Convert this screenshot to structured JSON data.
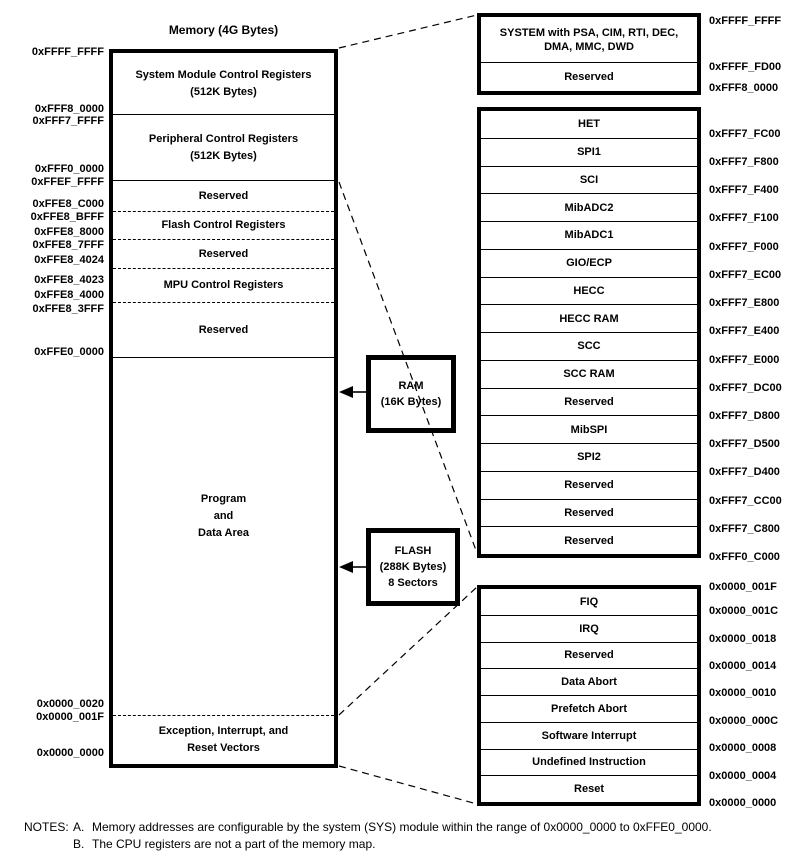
{
  "diagram_title": "Memory (4G Bytes)",
  "main_map": {
    "segments": [
      "System Module Control Registers\n(512K Bytes)",
      "Peripheral Control Registers\n(512K Bytes)",
      "Reserved",
      "Flash Control Registers",
      "Reserved",
      "MPU Control Registers",
      "Reserved",
      "Program\nand\nData Area",
      "Exception, Interrupt, and\nReset Vectors"
    ],
    "left_addresses": [
      "0xFFFF_FFFF",
      "0xFFF8_0000",
      "0xFFF7_FFFF",
      "0xFFF0_0000",
      "0xFFEF_FFFF",
      "0xFFE8_C000",
      "0xFFE8_BFFF",
      "0xFFE8_8000",
      "0xFFE8_7FFF",
      "0xFFE8_4024",
      "0xFFE8_4023",
      "0xFFE8_4000",
      "0xFFE8_3FFF",
      "0xFFE0_0000",
      "0x0000_0020",
      "0x0000_001F",
      "0x0000_0000"
    ]
  },
  "callouts": {
    "ram": "RAM\n(16K Bytes)",
    "flash": "FLASH\n(288K Bytes)\n8 Sectors"
  },
  "system_box": {
    "rows": [
      "SYSTEM with PSA, CIM, RTI, DEC,\nDMA, MMC, DWD",
      "Reserved"
    ],
    "addresses": [
      "0xFFFF_FFFF",
      "0xFFFF_FD00",
      "0xFFF8_0000"
    ]
  },
  "peripheral_box": {
    "rows": [
      "HET",
      "SPI1",
      "SCI",
      "MibADC2",
      "MibADC1",
      "GIO/ECP",
      "HECC",
      "HECC RAM",
      "SCC",
      "SCC RAM",
      "Reserved",
      "MibSPI",
      "SPI2",
      "Reserved",
      "Reserved",
      "Reserved"
    ],
    "addresses": [
      "0xFFF7_FC00",
      "0xFFF7_F800",
      "0xFFF7_F400",
      "0xFFF7_F100",
      "0xFFF7_F000",
      "0xFFF7_EC00",
      "0xFFF7_E800",
      "0xFFF7_E400",
      "0xFFF7_E000",
      "0xFFF7_DC00",
      "0xFFF7_D800",
      "0xFFF7_D500",
      "0xFFF7_D400",
      "0xFFF7_CC00",
      "0xFFF7_C800",
      "0xFFF0_C000"
    ]
  },
  "vector_box": {
    "rows": [
      "FIQ",
      "IRQ",
      "Reserved",
      "Data Abort",
      "Prefetch Abort",
      "Software Interrupt",
      "Undefined Instruction",
      "Reset"
    ],
    "addresses": [
      "0x0000_001F",
      "0x0000_001C",
      "0x0000_0018",
      "0x0000_0014",
      "0x0000_0010",
      "0x0000_000C",
      "0x0000_0008",
      "0x0000_0004",
      "0x0000_0000"
    ]
  },
  "notes": {
    "heading": "NOTES:",
    "items": [
      {
        "id": "A.",
        "text": "Memory addresses are configurable by the system (SYS) module within the range of 0x0000_0000 to 0xFFE0_0000."
      },
      {
        "id": "B.",
        "text": "The CPU registers are not a part of the memory map."
      }
    ]
  },
  "colors": {
    "line": "#000000",
    "background": "#ffffff",
    "text": "#000000"
  }
}
